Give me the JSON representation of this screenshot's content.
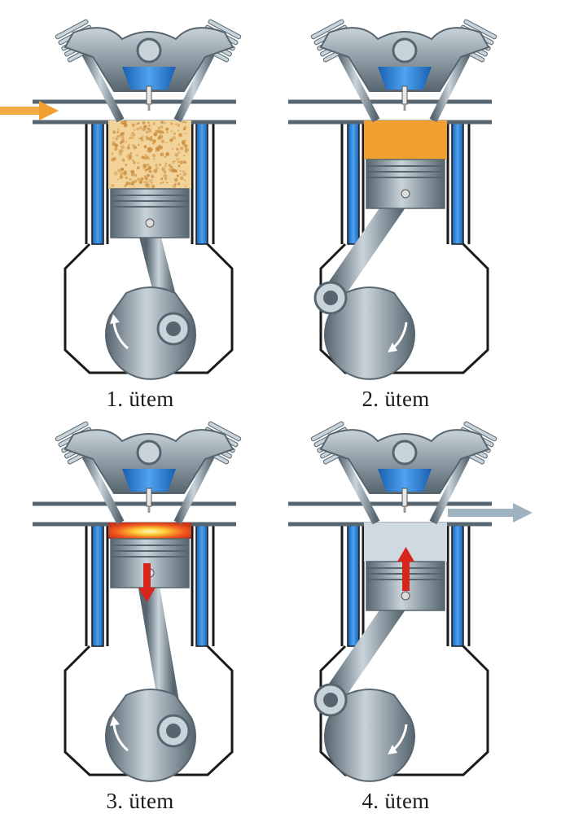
{
  "diagram": {
    "strokes": [
      {
        "label": "1. ütem",
        "mixture": "intake",
        "intake_arrow": true,
        "exhaust_arrow": false,
        "motion_arrow": "none",
        "crank_rotation": "counterclockwise"
      },
      {
        "label": "2. ütem",
        "mixture": "compressed",
        "intake_arrow": false,
        "exhaust_arrow": false,
        "motion_arrow": "none",
        "crank_rotation": "clockwise"
      },
      {
        "label": "3. ütem",
        "mixture": "combustion",
        "intake_arrow": false,
        "exhaust_arrow": false,
        "motion_arrow": "down",
        "crank_rotation": "counterclockwise"
      },
      {
        "label": "4. ütem",
        "mixture": "exhaust",
        "intake_arrow": false,
        "exhaust_arrow": true,
        "motion_arrow": "up",
        "crank_rotation": "clockwise"
      }
    ]
  },
  "colors": {
    "metal": "#8a9aa6",
    "metal_light": "#c9d3da",
    "metal_dark": "#56656f",
    "coolant": "#2d7fd6",
    "intake_mixture": "#f2d39a",
    "compressed_mixture": "#f0a030",
    "combustion": "#f25a1c",
    "exhaust_gas": "#cfd9e0",
    "intake_arrow": "#f0a030",
    "exhaust_arrow": "#9fb2c0",
    "motion_arrow": "#d9261c",
    "outline": "#1a1a1a"
  }
}
